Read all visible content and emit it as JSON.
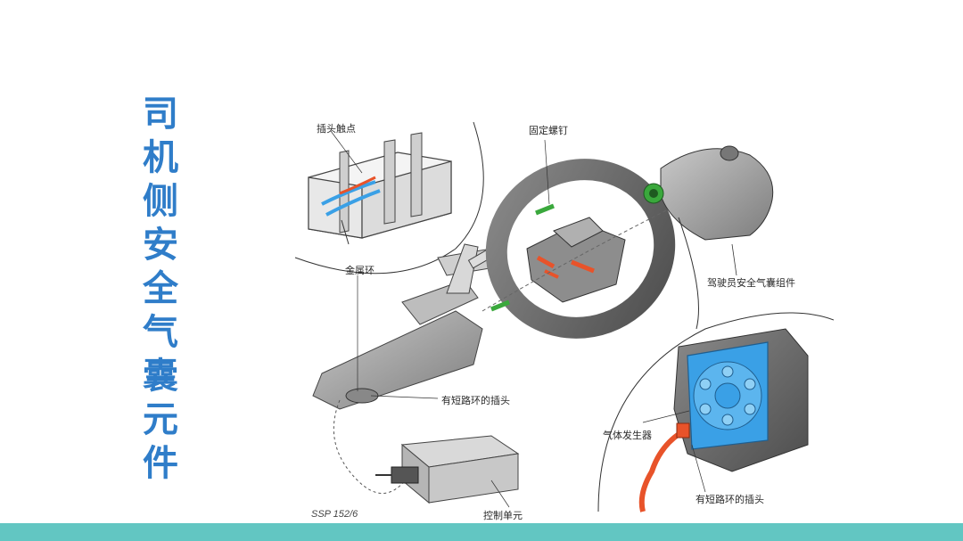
{
  "page": {
    "title_chars": [
      "司",
      "机",
      "侧",
      "安",
      "全",
      "气",
      "囊",
      "元",
      "件"
    ],
    "title_color": "#2f7dc9",
    "footer_color": "#62c6c2"
  },
  "diagram": {
    "labels": {
      "plug_contacts": "插头触点",
      "fixing_screw": "固定螺钉",
      "metal_ring": "金属环",
      "driver_airbag_unit": "驾驶员安全气囊组件",
      "shorting_plug_left": "有短路环的插头",
      "gas_generator": "气体发生器",
      "shorting_plug_right": "有短路环的插头",
      "control_unit": "控制单元",
      "ssp": "SSP 152/6"
    },
    "colors": {
      "gas_generator_blue": "#3aa0e6",
      "connector_orange": "#e8532a",
      "fixing_nut_green": "#3aa83c",
      "body_grey": "#9a9a9a"
    }
  }
}
